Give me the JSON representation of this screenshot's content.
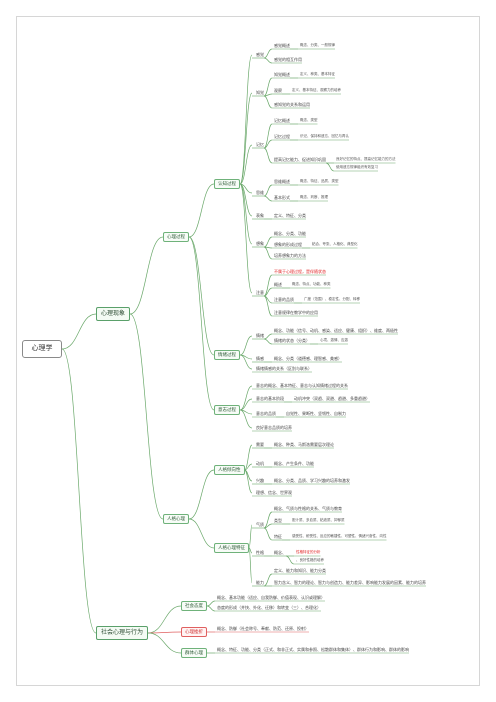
{
  "root": {
    "label": "心理学"
  },
  "branches": [
    {
      "label": "心理现象",
      "children": [
        {
          "label": "心理过程",
          "children": [
            {
              "label": "认知过程",
              "children": [
                {
                  "label": "感觉",
                  "children": [
                    {
                      "label": "感觉概述",
                      "leaves": [
                        "概念、分类、一般规律"
                      ]
                    },
                    {
                      "label": "感觉的相互作用",
                      "leaves": []
                    }
                  ]
                },
                {
                  "label": "知觉",
                  "children": [
                    {
                      "label": "知觉概述",
                      "leaves": [
                        "定义、种类、基本特征"
                      ]
                    },
                    {
                      "label": "观察",
                      "leaves": [
                        "定义、基本特征、观察力的培养"
                      ]
                    },
                    {
                      "label": "感知觉的关系和运用",
                      "leaves": []
                    }
                  ]
                },
                {
                  "label": "记忆",
                  "children": [
                    {
                      "label": "记忆概述",
                      "leaves": [
                        "概念、类型"
                      ]
                    },
                    {
                      "label": "记忆过程",
                      "leaves": [
                        "识记、保持和遗忘、回忆与再认"
                      ]
                    },
                    {
                      "label": "提高记忆能力、促进知识巩固",
                      "leaves": [
                        "良好记忆的特点、提高记忆能力的方法",
                        "使用遗忘规律组织有效复习"
                      ]
                    }
                  ]
                },
                {
                  "label": "思维",
                  "children": [
                    {
                      "label": "思维概述",
                      "leaves": [
                        "概念、特征、品质、类型"
                      ]
                    },
                    {
                      "label": "基本形式",
                      "leaves": [
                        "概念、判断、推理"
                      ]
                    }
                  ]
                },
                {
                  "label": "表象",
                  "children": [
                    {
                      "label": "定义、特征、分类",
                      "leaves": []
                    }
                  ]
                },
                {
                  "label": "想象",
                  "children": [
                    {
                      "label": "概念、分类、功能",
                      "leaves": []
                    },
                    {
                      "label": "想象的形成过程",
                      "leaves": [
                        "粘合、夸张、人格化、典型化"
                      ]
                    },
                    {
                      "label": "培养想象力的方法",
                      "leaves": []
                    }
                  ]
                },
                {
                  "label": "注意",
                  "children": [
                    {
                      "label": "不属于心理过程，是伴随状态",
                      "leaves": [],
                      "highlight": true
                    },
                    {
                      "label": "概述",
                      "leaves": [
                        "概念、特点、功能、种类"
                      ]
                    },
                    {
                      "label": "注意的品质",
                      "leaves": [
                        "广度（范围）、稳定性、分配、转移"
                      ]
                    },
                    {
                      "label": "注意规律在教学中的应用",
                      "leaves": []
                    }
                  ]
                }
              ]
            },
            {
              "label": "情绪过程",
              "children": [
                {
                  "label": "情绪",
                  "children": [
                    {
                      "label": "概念、功能（信号、动机、感染、适应、健康、组织）、维度、两极性",
                      "leaves": []
                    },
                    {
                      "label": "情绪的状态（分类）",
                      "leaves": [
                        "心境、激情、应激"
                      ]
                    }
                  ]
                },
                {
                  "label": "情感",
                  "children": [
                    {
                      "label": "概念、分类（道德感、理智感、美感）",
                      "leaves": []
                    }
                  ]
                },
                {
                  "label": "情绪情感的关系（区别与联系）",
                  "children": []
                }
              ]
            },
            {
              "label": "意志过程",
              "children": [
                {
                  "label": "意志的概念、基本特征、意志与认知情绪过程的关系",
                  "children": []
                },
                {
                  "label": "意志的基本阶段",
                  "children": [
                    {
                      "label": "动机冲突（双趋、双避、趋避、多重趋避）",
                      "leaves": []
                    }
                  ]
                },
                {
                  "label": "意志的品质",
                  "children": [
                    {
                      "label": "自觉性、果断性、坚韧性、自制力",
                      "leaves": []
                    }
                  ]
                },
                {
                  "label": "良好意志品质的培养",
                  "children": []
                }
              ]
            }
          ]
        },
        {
          "label": "人格心理",
          "children": [
            {
              "label": "人格倾向性",
              "children": [
                {
                  "label": "需要",
                  "children": [
                    {
                      "label": "概念、种类、马斯洛需要层次理论",
                      "leaves": []
                    }
                  ]
                },
                {
                  "label": "动机",
                  "children": [
                    {
                      "label": "概念、产生条件、功能",
                      "leaves": []
                    }
                  ]
                },
                {
                  "label": "兴趣",
                  "children": [
                    {
                      "label": "概念、分类、品质、学习兴趣的培养和激发",
                      "leaves": []
                    }
                  ]
                },
                {
                  "label": "理想、信念、世界观",
                  "children": []
                }
              ]
            },
            {
              "label": "人格心理特征",
              "children": [
                {
                  "label": "气质",
                  "children": [
                    {
                      "label": "概念、气质与性格的关系、气质与教育",
                      "leaves": []
                    },
                    {
                      "label": "类型",
                      "leaves": [
                        "胆汁质、多血质、粘液质、抑郁质"
                      ]
                    },
                    {
                      "label": "特征",
                      "leaves": [
                        "感受性、耐受性、反应的敏捷性、可塑性、情绪兴奋性、向性"
                      ]
                    }
                  ]
                },
                {
                  "label": "性格",
                  "children": [
                    {
                      "label": "概念、",
                      "leaves": [
                        "性格特征的分析",
                        "、良好性格的培养"
                      ],
                      "highlight_first": true
                    }
                  ]
                },
                {
                  "label": "能力",
                  "children": [
                    {
                      "label": "定义、能力和知识、能力分类",
                      "leaves": []
                    },
                    {
                      "label": "智力含义、智力的理论、智力与创造力、能力差异、影响能力发展的因素、能力的培养",
                      "leaves": []
                    }
                  ]
                }
              ]
            }
          ]
        }
      ]
    },
    {
      "label": "社会心理与行为",
      "children": [
        {
          "label": "社会态度",
          "children": [
            {
              "label": "概念、基本功能（适应、自我防御、价值表现、认识或理解）",
              "children": []
            },
            {
              "label": "态度的形成（并快、外化、迁移）和转变（三）、合理化）",
              "children": []
            }
          ]
        },
        {
          "label": "心理挫折",
          "highlight": true,
          "children": [
            {
              "label": "概念、防御（社会称号、奉献、防范、还原、投射）",
              "children": []
            }
          ]
        },
        {
          "label": "群体心理",
          "children": [
            {
              "label": "概念、特征、功能、分类（正式、和非正式、实属和参照、松散群体和集体）、群体行为和影响、群体的影响",
              "children": []
            }
          ]
        }
      ]
    }
  ]
}
